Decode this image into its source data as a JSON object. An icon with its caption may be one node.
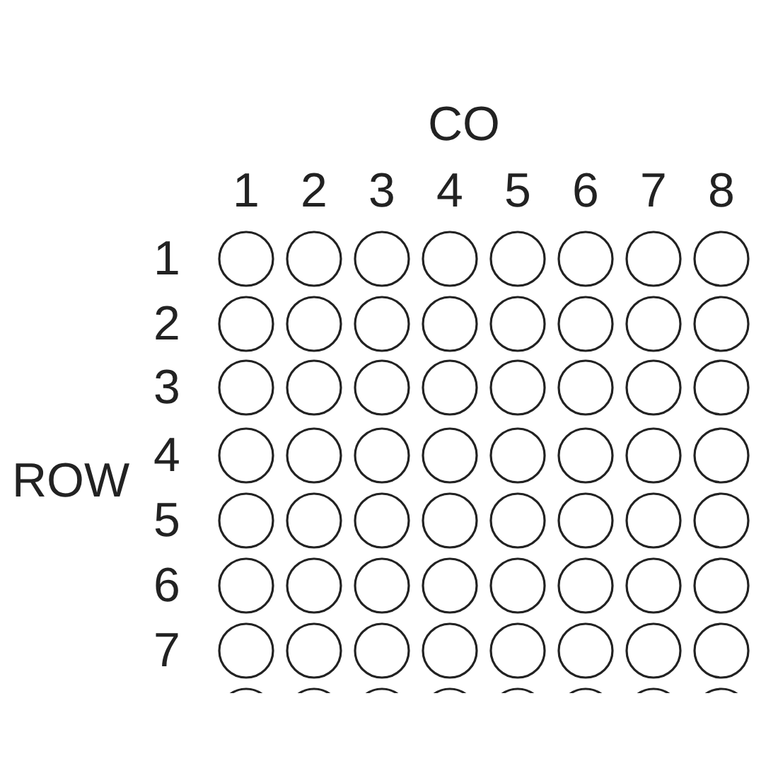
{
  "diagram": {
    "labels": [
      "CO",
      "1",
      "2",
      "3",
      "4",
      "5",
      "6",
      "7",
      "8",
      "1",
      "2",
      "3",
      "ROW",
      "4",
      "5",
      "6",
      "7"
    ]
  }
}
